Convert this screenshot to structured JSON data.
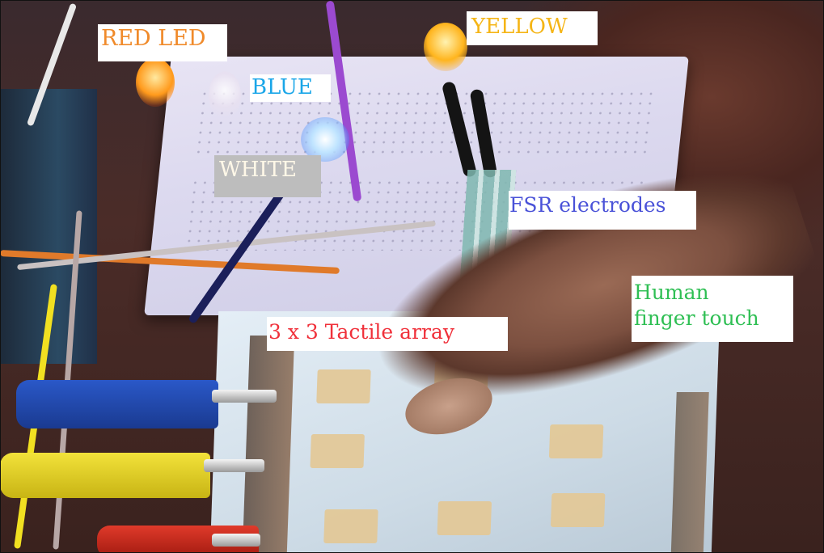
{
  "labels": {
    "red_led": "RED LED",
    "yellow": "YELLOW",
    "blue": "BLUE",
    "white": "WHITE",
    "fsr_electrodes": "FSR electrodes",
    "human_finger_touch_line1": "Human",
    "human_finger_touch_line2": "finger touch",
    "tactile_array": "3 x 3 Tactile array"
  },
  "colors": {
    "red_led": "#f08a2a",
    "yellow": "#f5b516",
    "blue": "#1aa6e8",
    "white_text": "#fff8e8",
    "white_bg": "#bdbdbd",
    "fsr_electrodes": "#4a52d8",
    "human_finger_touch": "#2fbf54",
    "tactile_array": "#f0303a"
  },
  "scene": {
    "components": [
      "red LED",
      "yellow LED",
      "blue LED",
      "white LED",
      "breadboard",
      "FSR electrodes",
      "3x3 tactile array",
      "human finger",
      "alligator clips"
    ]
  }
}
